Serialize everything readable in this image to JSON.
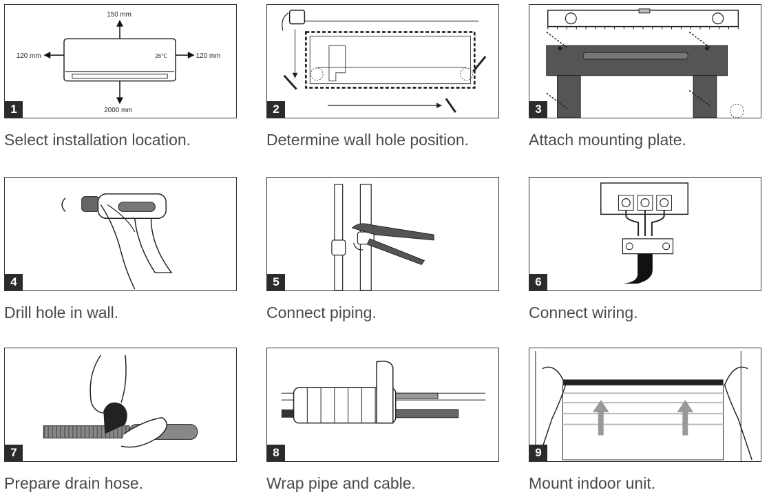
{
  "steps": [
    {
      "number": "1",
      "caption": "Select installation location.",
      "dims": {
        "top": "150 mm",
        "left": "120 mm",
        "right": "120 mm",
        "bottom": "2000 mm"
      },
      "unit_display": "26℃"
    },
    {
      "number": "2",
      "caption": "Determine wall hole position."
    },
    {
      "number": "3",
      "caption": "Attach mounting plate."
    },
    {
      "number": "4",
      "caption": "Drill hole in wall."
    },
    {
      "number": "5",
      "caption": "Connect piping."
    },
    {
      "number": "6",
      "caption": "Connect wiring."
    },
    {
      "number": "7",
      "caption": "Prepare drain hose."
    },
    {
      "number": "8",
      "caption": "Wrap pipe and cable."
    },
    {
      "number": "9",
      "caption": "Mount indoor unit."
    }
  ]
}
